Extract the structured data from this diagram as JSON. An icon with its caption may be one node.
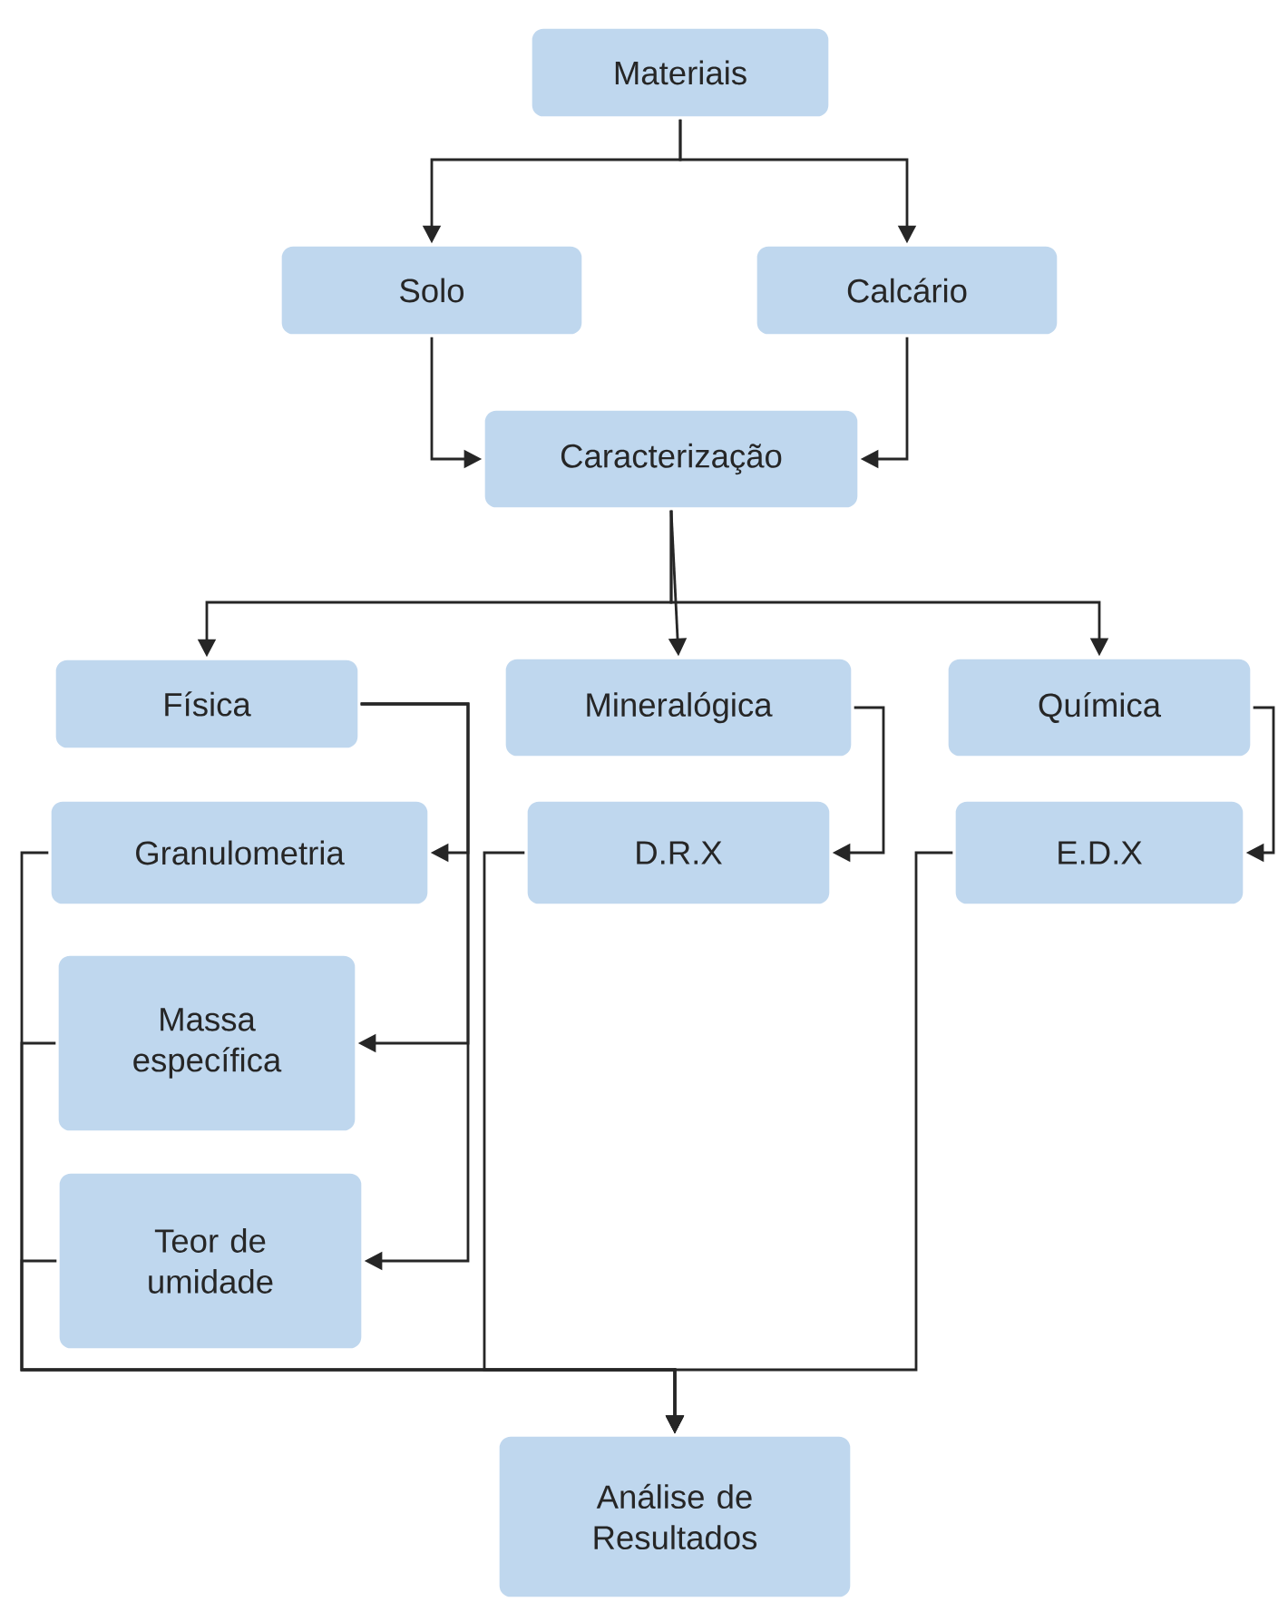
{
  "diagram": {
    "nodes": [
      {
        "text": [
          "Materiais"
        ]
      },
      {
        "text": [
          "Solo"
        ]
      },
      {
        "text": [
          "Calcário"
        ]
      },
      {
        "text": [
          "Caracterização"
        ]
      },
      {
        "text": [
          "Física"
        ]
      },
      {
        "text": [
          "Mineralógica"
        ]
      },
      {
        "text": [
          "Química"
        ]
      },
      {
        "text": [
          "Granulometria"
        ]
      },
      {
        "text": [
          "D.R.X"
        ]
      },
      {
        "text": [
          "E.D.X"
        ]
      },
      {
        "text": [
          "Massa específica"
        ]
      },
      {
        "text": [
          "Teor de umidade"
        ]
      },
      {
        "text": [
          "Análise de Resultados"
        ]
      }
    ],
    "edges": [
      {
        "from": 0,
        "to": 1,
        "arrow": "to"
      },
      {
        "from": 0,
        "to": 2,
        "arrow": "to"
      },
      {
        "from": 1,
        "to": 3,
        "arrow": "to"
      },
      {
        "from": 2,
        "to": 3,
        "arrow": "to"
      },
      {
        "from": 3,
        "to": 4,
        "arrow": "to"
      },
      {
        "from": 3,
        "to": 5,
        "arrow": "to"
      },
      {
        "from": 3,
        "to": 6,
        "arrow": "to"
      },
      {
        "from": 4,
        "to": 7,
        "arrow": "to"
      },
      {
        "from": 4,
        "to": 10,
        "arrow": "to"
      },
      {
        "from": 4,
        "to": 11,
        "arrow": "to"
      },
      {
        "from": 5,
        "to": 8,
        "arrow": "to"
      },
      {
        "from": 6,
        "to": 9,
        "arrow": "to"
      },
      {
        "from": 7,
        "to": 12,
        "arrow": "to"
      },
      {
        "from": 10,
        "to": 12,
        "arrow": "to"
      },
      {
        "from": 11,
        "to": 12,
        "arrow": "to"
      },
      {
        "from": 8,
        "to": 12,
        "arrow": "to"
      },
      {
        "from": 9,
        "to": 12,
        "arrow": "to"
      }
    ]
  }
}
